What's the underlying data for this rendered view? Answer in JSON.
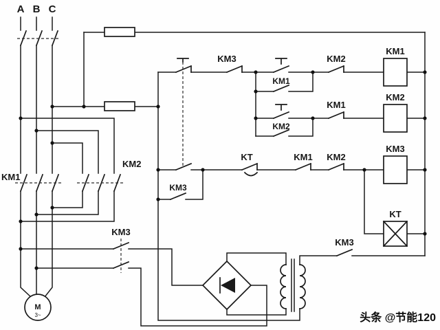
{
  "labels": {
    "phase_a": "A",
    "phase_b": "B",
    "phase_c": "C",
    "km1_bank": "KM1",
    "km2_bank": "KM2",
    "row1_km3_nc": "KM3",
    "row1_km1_hold": "KM1",
    "row1_km2_interlock": "KM2",
    "row1_coil": "KM1",
    "row2_km2_hold": "KM2",
    "row2_km1_interlock": "KM1",
    "row2_coil": "KM2",
    "row3_km3_hold": "KM3",
    "row3_kt": "KT",
    "row3_km1": "KM1",
    "row3_km2": "KM2",
    "row3_coil": "KM3",
    "kt_coil": "KT",
    "brake_km3": "KM3",
    "transformer_km3": "KM3",
    "motor": "M",
    "motor_phases": "3~",
    "watermark": "头条 @节能120"
  }
}
